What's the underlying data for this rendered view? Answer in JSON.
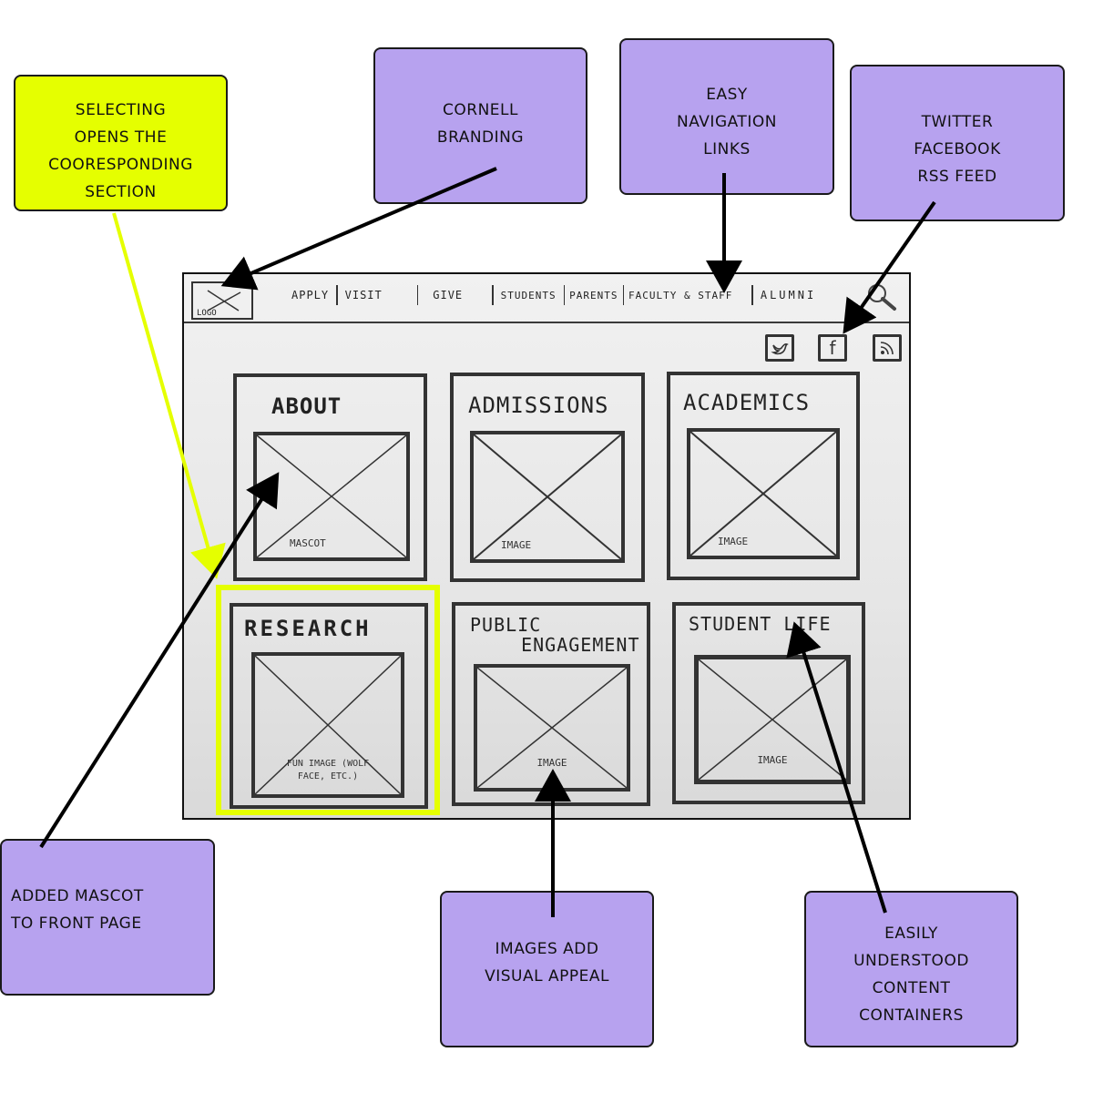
{
  "annotations": {
    "selecting": {
      "lines": [
        "SELECTING",
        "OPENS THE",
        "COORESPONDING",
        "SECTION"
      ],
      "color": "#e5ff00"
    },
    "branding": {
      "lines": [
        "CORNELL",
        "BRANDING"
      ],
      "color": "#b7a2ef"
    },
    "navigation": {
      "lines": [
        "EASY",
        "NAVIGATION",
        "LINKS"
      ],
      "color": "#b7a2ef"
    },
    "social": {
      "lines": [
        "TWITTER",
        "FACEBOOK",
        "RSS FEED"
      ],
      "color": "#b7a2ef"
    },
    "mascot": {
      "lines": [
        "ADDED MASCOT",
        "TO FRONT PAGE"
      ],
      "color": "#b7a2ef"
    },
    "images": {
      "lines": [
        "IMAGES ADD",
        "VISUAL APPEAL"
      ],
      "color": "#b7a2ef"
    },
    "containers": {
      "lines": [
        "EASILY",
        "UNDERSTOOD",
        "CONTENT",
        "CONTAINERS"
      ],
      "color": "#b7a2ef"
    }
  },
  "wireframe": {
    "logo_label": "LOGO",
    "nav_items": [
      "APPLY",
      "VISIT",
      "GIVE",
      "STUDENTS",
      "PARENTS",
      "FACULTY & STAFF",
      "ALUMNI"
    ],
    "social_icons": [
      "twitter-icon",
      "facebook-icon",
      "rss-icon"
    ],
    "facebook_glyph": "f",
    "cards": [
      {
        "title": "ABOUT",
        "caption": "MASCOT"
      },
      {
        "title": "ADMISSIONS",
        "caption": "IMAGE"
      },
      {
        "title": "ACADEMICS",
        "caption": "IMAGE"
      },
      {
        "title": "RESEARCH",
        "caption": "FUN IMAGE (WOLF FACE, ETC.)"
      },
      {
        "title": "PUBLIC ENGAGEMENT",
        "title_lines": [
          "PUBLIC",
          "  ENGAGEMENT"
        ],
        "caption": "IMAGE"
      },
      {
        "title": "STUDENT LIFE",
        "caption": "IMAGE"
      }
    ],
    "highlighted_card": "RESEARCH",
    "highlight_color": "#e5ff00"
  }
}
